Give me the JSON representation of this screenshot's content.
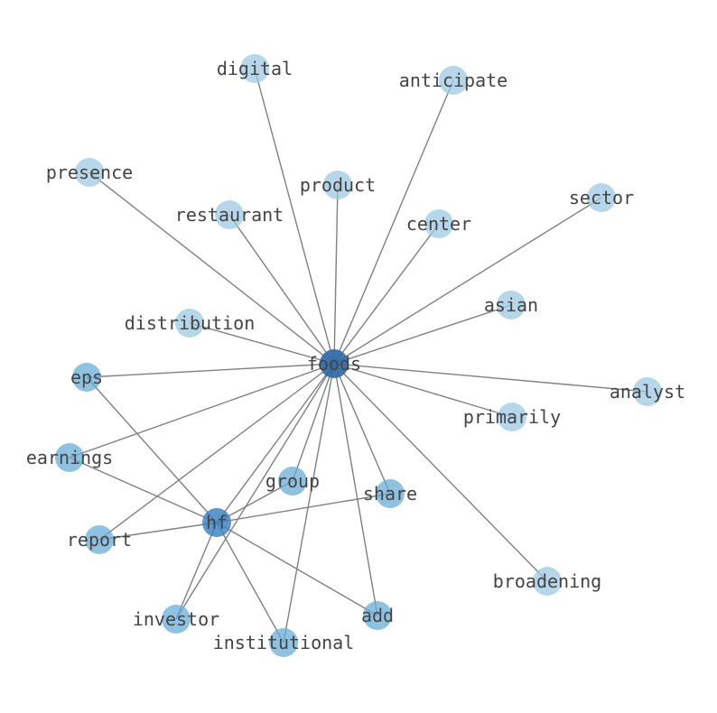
{
  "graph": {
    "nodes": [
      {
        "id": "foods",
        "label": "foods",
        "color": "#2b6aa8",
        "opacity": 0.9
      },
      {
        "id": "hf",
        "label": "hf",
        "color": "#3f86c2",
        "opacity": 0.85
      },
      {
        "id": "digital",
        "label": "digital",
        "color": "#9ecae1",
        "opacity": 0.75
      },
      {
        "id": "anticipate",
        "label": "anticipate",
        "color": "#9ecae1",
        "opacity": 0.75
      },
      {
        "id": "presence",
        "label": "presence",
        "color": "#9ecae1",
        "opacity": 0.75
      },
      {
        "id": "product",
        "label": "product",
        "color": "#9ecae1",
        "opacity": 0.75
      },
      {
        "id": "restaurant",
        "label": "restaurant",
        "color": "#9ecae1",
        "opacity": 0.75
      },
      {
        "id": "center",
        "label": "center",
        "color": "#9ecae1",
        "opacity": 0.75
      },
      {
        "id": "sector",
        "label": "sector",
        "color": "#9ecae1",
        "opacity": 0.75
      },
      {
        "id": "asian",
        "label": "asian",
        "color": "#9ecae1",
        "opacity": 0.75
      },
      {
        "id": "distribution",
        "label": "distribution",
        "color": "#9ecae1",
        "opacity": 0.75
      },
      {
        "id": "eps",
        "label": "eps",
        "color": "#6aaed6",
        "opacity": 0.75
      },
      {
        "id": "analyst",
        "label": "analyst",
        "color": "#9ecae1",
        "opacity": 0.75
      },
      {
        "id": "primarily",
        "label": "primarily",
        "color": "#9ecae1",
        "opacity": 0.75
      },
      {
        "id": "earnings",
        "label": "earnings",
        "color": "#6aaed6",
        "opacity": 0.75
      },
      {
        "id": "group",
        "label": "group",
        "color": "#6aaed6",
        "opacity": 0.75
      },
      {
        "id": "share",
        "label": "share",
        "color": "#6aaed6",
        "opacity": 0.75
      },
      {
        "id": "report",
        "label": "report",
        "color": "#6aaed6",
        "opacity": 0.75
      },
      {
        "id": "broadening",
        "label": "broadening",
        "color": "#9ecae1",
        "opacity": 0.75
      },
      {
        "id": "investor",
        "label": "investor",
        "color": "#6aaed6",
        "opacity": 0.75
      },
      {
        "id": "add",
        "label": "add",
        "color": "#6aaed6",
        "opacity": 0.75
      },
      {
        "id": "institutional",
        "label": "institutional",
        "color": "#6aaed6",
        "opacity": 0.75
      }
    ],
    "edges": [
      [
        "foods",
        "digital"
      ],
      [
        "foods",
        "anticipate"
      ],
      [
        "foods",
        "presence"
      ],
      [
        "foods",
        "product"
      ],
      [
        "foods",
        "restaurant"
      ],
      [
        "foods",
        "center"
      ],
      [
        "foods",
        "sector"
      ],
      [
        "foods",
        "asian"
      ],
      [
        "foods",
        "distribution"
      ],
      [
        "foods",
        "eps"
      ],
      [
        "foods",
        "analyst"
      ],
      [
        "foods",
        "primarily"
      ],
      [
        "foods",
        "earnings"
      ],
      [
        "foods",
        "report"
      ],
      [
        "foods",
        "group"
      ],
      [
        "foods",
        "share"
      ],
      [
        "foods",
        "broadening"
      ],
      [
        "foods",
        "investor"
      ],
      [
        "foods",
        "add"
      ],
      [
        "foods",
        "institutional"
      ],
      [
        "foods",
        "hf"
      ],
      [
        "hf",
        "eps"
      ],
      [
        "hf",
        "earnings"
      ],
      [
        "hf",
        "report"
      ],
      [
        "hf",
        "share"
      ],
      [
        "hf",
        "group"
      ],
      [
        "hf",
        "investor"
      ],
      [
        "hf",
        "add"
      ],
      [
        "hf",
        "institutional"
      ]
    ]
  }
}
